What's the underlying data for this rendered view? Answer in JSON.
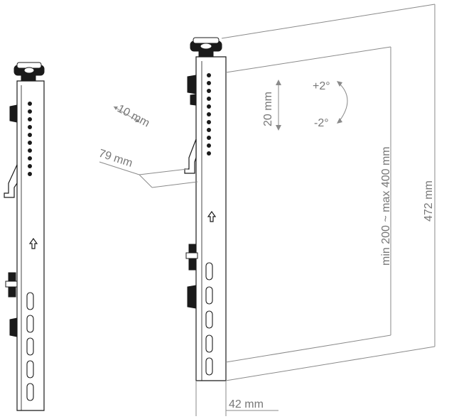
{
  "labels": {
    "depth_10": "10 mm",
    "offset_79": "79 mm",
    "step_20": "20 mm",
    "tilt_plus": "+2°",
    "tilt_minus": "-2°",
    "range": "min 200 ~ max 400 mm",
    "height": "472 mm",
    "width": "42 mm"
  },
  "colors": {
    "line": "#1a1a1a",
    "dimension": "#8a8a8a",
    "text": "#777777"
  }
}
